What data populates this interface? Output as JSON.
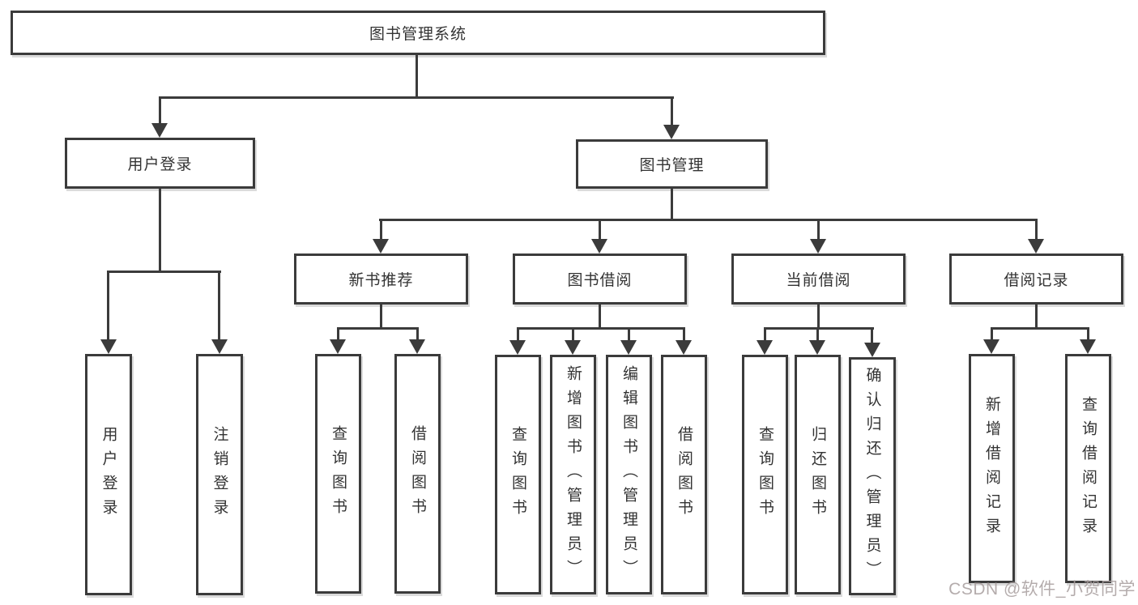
{
  "colors": {
    "line": "#3b3b3b",
    "text": "#333333",
    "background": "#ffffff",
    "watermark": "#a89e9e"
  },
  "tree": {
    "root": {
      "label": "图书管理系统"
    },
    "branches": [
      {
        "label": "用户登录",
        "children": [
          {
            "label": "用户登录"
          },
          {
            "label": "注销登录"
          }
        ]
      },
      {
        "label": "图书管理",
        "children": [
          {
            "label": "新书推荐",
            "children": [
              {
                "label": "查询图书"
              },
              {
                "label": "借阅图书"
              }
            ]
          },
          {
            "label": "图书借阅",
            "children": [
              {
                "label": "查询图书"
              },
              {
                "label": "新增图书（管理员）"
              },
              {
                "label": "编辑图书（管理员）"
              },
              {
                "label": "借阅图书"
              }
            ]
          },
          {
            "label": "当前借阅",
            "children": [
              {
                "label": "查询图书"
              },
              {
                "label": "归还图书"
              },
              {
                "label": "确认归还（管理员）"
              }
            ]
          },
          {
            "label": "借阅记录",
            "children": [
              {
                "label": "新增借阅记录"
              },
              {
                "label": "查询借阅记录"
              }
            ]
          }
        ]
      }
    ]
  },
  "watermark": {
    "text": "CSDN @软件_小贺同学"
  }
}
